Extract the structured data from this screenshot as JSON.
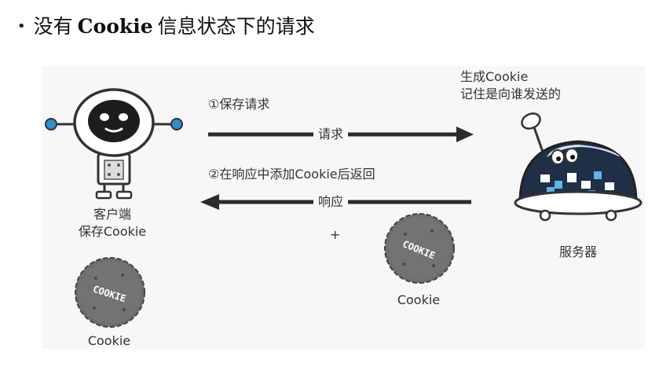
{
  "heading": {
    "bullet": "•",
    "prefix": "没有",
    "keyword": "Cookie",
    "suffix": "信息状态下的请求"
  },
  "client": {
    "line1": "客户端",
    "line2": "保存Cookie",
    "cookie_label": "Cookie"
  },
  "server": {
    "note_line1": "生成Cookie",
    "note_line2": "记住是向谁发送的",
    "label": "服务器"
  },
  "request": {
    "step": "①保存请求",
    "arrow_label": "请求"
  },
  "response": {
    "step": "②在响应中添加Cookie后返回",
    "arrow_label": "响应",
    "plus": "+",
    "cookie_label": "Cookie"
  },
  "cookie_text": "COOKIE",
  "colors": {
    "arrow": "#2b2b2b",
    "cookie": "#6e6e6e",
    "robot_eye_blue": "#2a90d0",
    "server_body": "#1f2f46",
    "server_dome": "#cfe3f2"
  }
}
